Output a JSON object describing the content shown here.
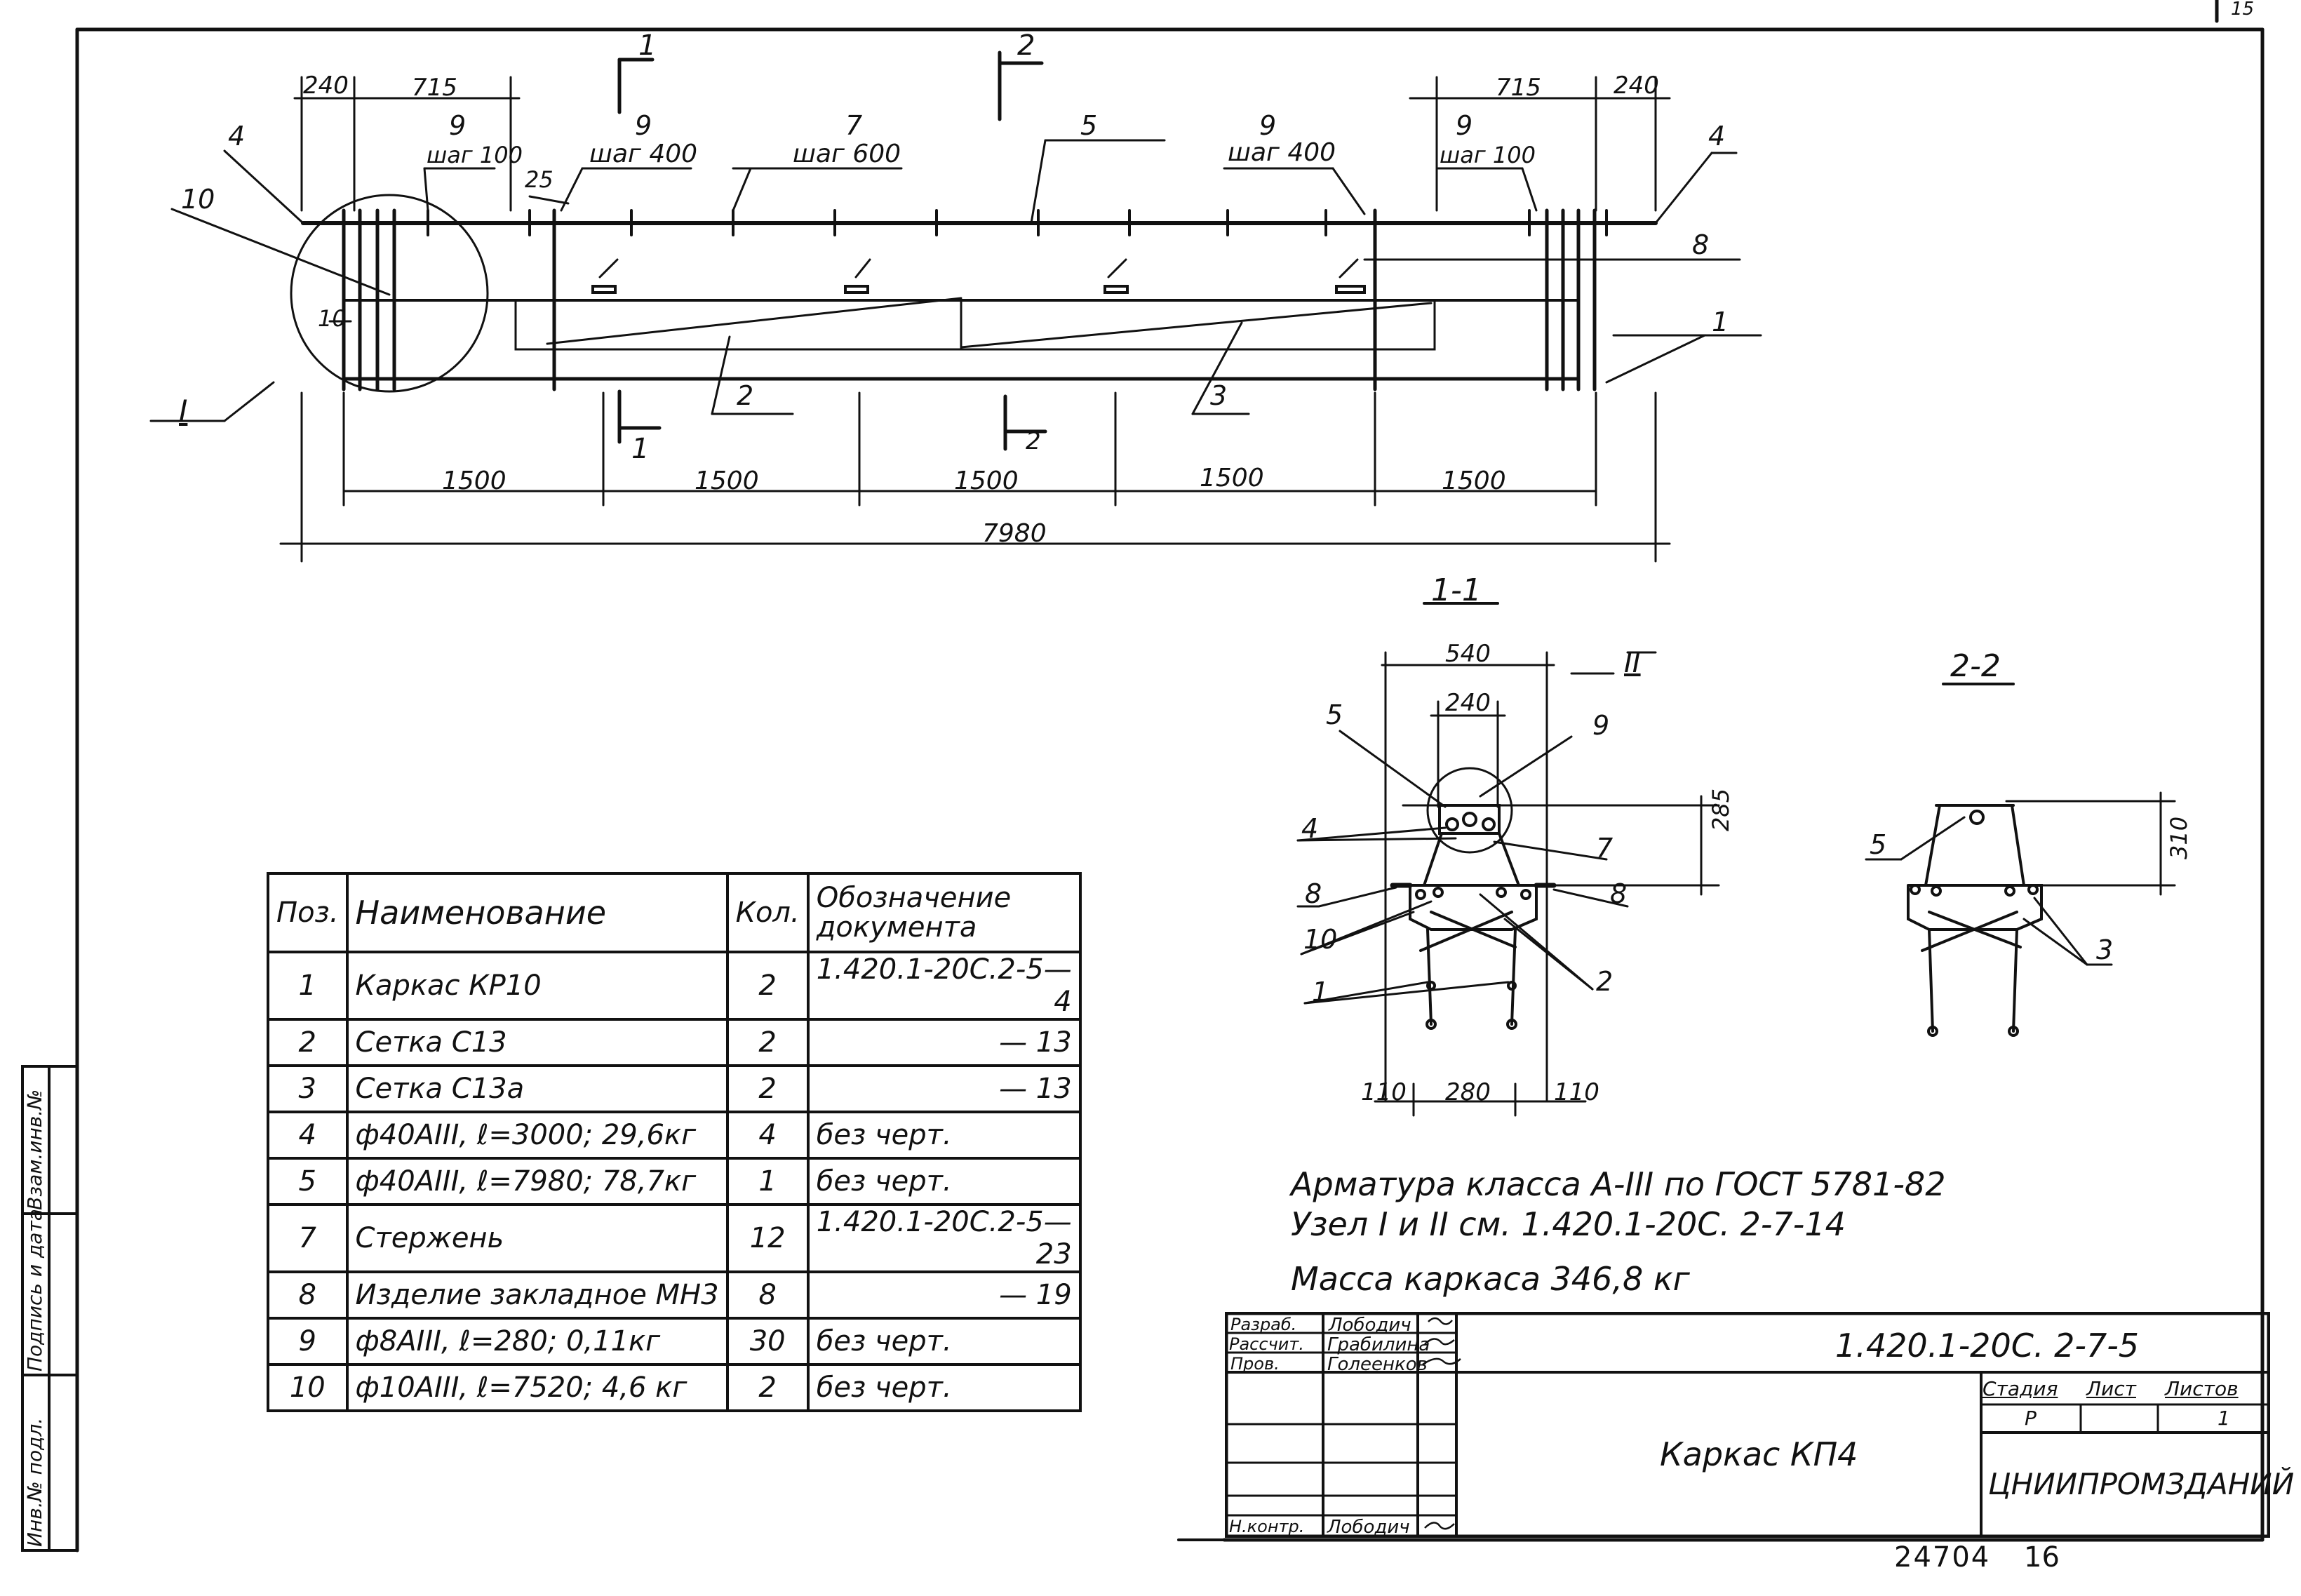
{
  "page_number": "15",
  "main_view": {
    "dims_top": [
      "240",
      "715",
      "715",
      "240",
      "25"
    ],
    "dims_bottom": [
      "1500",
      "1500",
      "1500",
      "1500",
      "1500"
    ],
    "total_length": "7980",
    "dim_10": "10",
    "callouts": {
      "pos9_end_left": {
        "num": "9",
        "note": "шаг 100"
      },
      "pos9_mid_left": {
        "num": "9",
        "note": "шаг 400"
      },
      "pos7": {
        "num": "7",
        "note": "шаг 600"
      },
      "pos9_mid_right": {
        "num": "9",
        "note": "шаг 400"
      },
      "pos9_end_right": {
        "num": "9",
        "note": "шаг 100"
      }
    },
    "pos_labels": {
      "p5": "5",
      "p4_left": "4",
      "p4_right": "4",
      "p10": "10",
      "p8": "8",
      "p1": "1",
      "p2": "2",
      "p3": "3"
    },
    "node_I": "I",
    "section_marks": {
      "s1_top": "1",
      "s1_bottom": "1",
      "s2_top": "2",
      "s2_bottom": "2"
    }
  },
  "section_1_1": {
    "title": "1-1",
    "node_II": "II",
    "dim_540": "540",
    "dim_240": "240",
    "dim_285": "285",
    "dim_110_left": "110",
    "dim_280": "280",
    "dim_110_right": "110",
    "labels": {
      "p5": "5",
      "p9": "9",
      "p4": "4",
      "p7": "7",
      "p8_left": "8",
      "p8_right": "8",
      "p10": "10",
      "p1": "1",
      "p2": "2"
    }
  },
  "section_2_2": {
    "title": "2-2",
    "dim_310": "310",
    "labels": {
      "p5": "5",
      "p3": "3"
    }
  },
  "spec_table": {
    "headers": {
      "pos": "Поз.",
      "name": "Наименование",
      "qty": "Кол.",
      "doc": "Обозначение документа"
    },
    "rows": [
      {
        "pos": "1",
        "name": "Каркас   КР10",
        "qty": "2",
        "doc": "1.420.1-20С.2-5—",
        "sheet": "4"
      },
      {
        "pos": "2",
        "name": "Сетка     С13",
        "qty": "2",
        "doc": "",
        "sheet": "— 13"
      },
      {
        "pos": "3",
        "name": "Сетка     С13а",
        "qty": "2",
        "doc": "",
        "sheet": "— 13"
      },
      {
        "pos": "4",
        "name": "ф40АIII, ℓ=3000; 29,6кг",
        "qty": "4",
        "doc": "без черт.",
        "sheet": ""
      },
      {
        "pos": "5",
        "name": "ф40АIII, ℓ=7980; 78,7кг",
        "qty": "1",
        "doc": "без черт.",
        "sheet": ""
      },
      {
        "pos": "7",
        "name": "Стержень",
        "qty": "12",
        "doc": "1.420.1-20С.2-5—",
        "sheet": "23"
      },
      {
        "pos": "8",
        "name": "Изделие закладное МН3",
        "qty": "8",
        "doc": "",
        "sheet": "— 19"
      },
      {
        "pos": "9",
        "name": "ф8АIII, ℓ=280; 0,11кг",
        "qty": "30",
        "doc": "без черт.",
        "sheet": ""
      },
      {
        "pos": "10",
        "name": "ф10АIII, ℓ=7520; 4,6 кг",
        "qty": "2",
        "doc": "без черт.",
        "sheet": ""
      }
    ]
  },
  "notes": [
    "Арматура класса А-III по ГОСТ 5781-82",
    "Узел I и II см. 1.420.1-20С. 2-7-14",
    "Масса каркаса 346,8 кг"
  ],
  "title_block": {
    "doc_code": "1.420.1-20С. 2-7-5",
    "title": "Каркас КП4",
    "roles": [
      {
        "role": "Разраб.",
        "name": "Лободич"
      },
      {
        "role": "Рассчит.",
        "name": "Грабилина"
      },
      {
        "role": "Пров.",
        "name": "Голеенков"
      },
      {
        "role": "Н.контр.",
        "name": "Лободич"
      }
    ],
    "stage_label": "Стадия",
    "sheet_label": "Лист",
    "sheets_label": "Листов",
    "stage": "Р",
    "sheets_total": "1",
    "org": "ЦНИИПРОМЗДАНИЙ"
  },
  "side_stamp": {
    "inv_podl": "Инв.№ подл.",
    "sign_date": "Подпись и дата",
    "vzam_inv": "Взам.инв.№"
  },
  "footer": {
    "code": "24704",
    "sheet": "16"
  }
}
